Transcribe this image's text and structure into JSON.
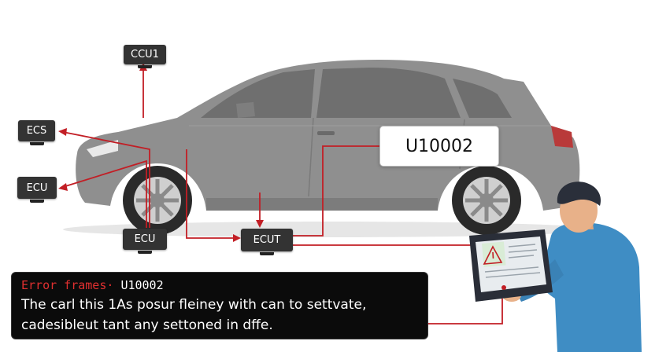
{
  "modules": {
    "ccu1": "CCU1",
    "ecs": "ECS",
    "ecu_left": "ECU",
    "ecu_bottom": "ECU",
    "ecut": "ECUT"
  },
  "fault_code": "U10002",
  "error_panel": {
    "label": "Error frames",
    "separator": "·",
    "code": "U10002",
    "message_line1": "The carl this 1As posur fleiney with can to settvate,",
    "message_line2": "cadesibleut tant any settoned in dffe."
  },
  "colors": {
    "wire": "#c21e25",
    "car_body": "#8e8e8e",
    "panel_bg": "#0b0b0b",
    "error_label": "#e03030",
    "technician_shirt": "#3f8dc4",
    "tablet_frame": "#2a2e38"
  },
  "icons": [
    "car-illustration",
    "technician-illustration",
    "diagnostic-tablet-icon",
    "warning-icon"
  ]
}
